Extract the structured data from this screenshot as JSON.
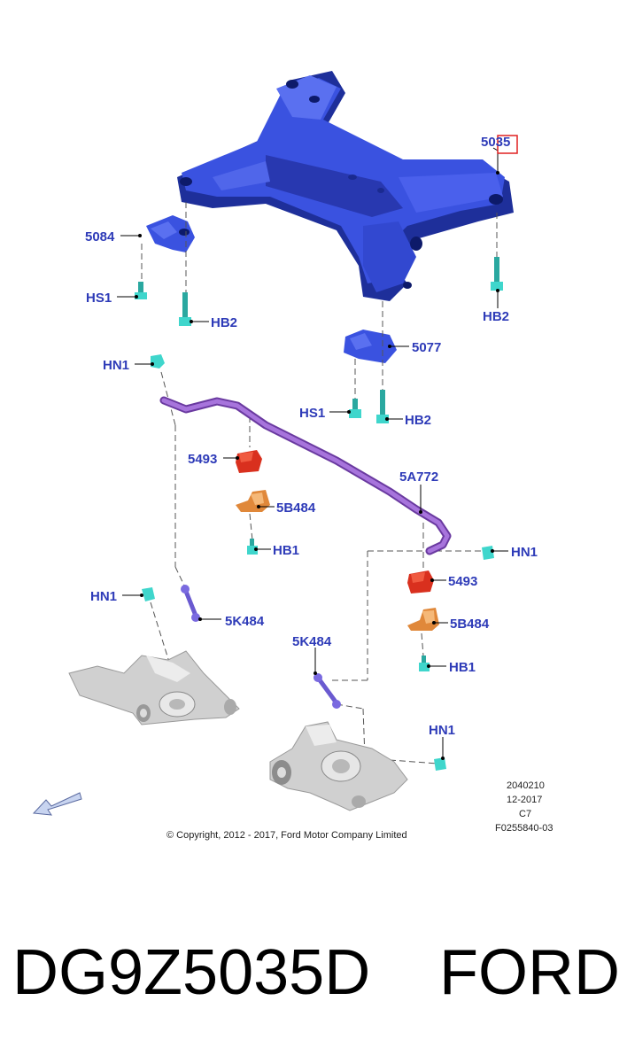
{
  "callouts": {
    "c5035": "5035",
    "c5084": "5084",
    "hs1_top": "HS1",
    "hb2_left": "HB2",
    "hb2_right": "HB2",
    "c5077": "5077",
    "hs1_mid": "HS1",
    "hb2_mid": "HB2",
    "hn1_top": "HN1",
    "c5493_left": "5493",
    "c5b484_left": "5B484",
    "hb1_left": "HB1",
    "c5a772": "5A772",
    "hn1_right": "HN1",
    "c5493_right": "5493",
    "c5b484_right": "5B484",
    "hb1_right": "HB1",
    "hn1_left": "HN1",
    "c5k484_left": "5K484",
    "c5k484_right": "5K484",
    "hn1_bottom": "HN1"
  },
  "meta": {
    "line1": "2040210",
    "line2": "12-2017",
    "line3": "C7",
    "line4": "F0255840-03"
  },
  "copyright": "© Copyright, 2012 - 2017, Ford Motor Company Limited",
  "caption": {
    "part_number": "DG9Z5035D",
    "brand": "FORD"
  },
  "colors": {
    "subframe": "#3a52e0",
    "fastener": "#3fd6cc",
    "stabilizer_bar": "#9b5fd0",
    "bushing": "#d9301e",
    "bracket": "#f0a04a",
    "knuckle": "#dadada",
    "callout_text": "#2e3bb8",
    "highlight_box": "#e02020"
  }
}
